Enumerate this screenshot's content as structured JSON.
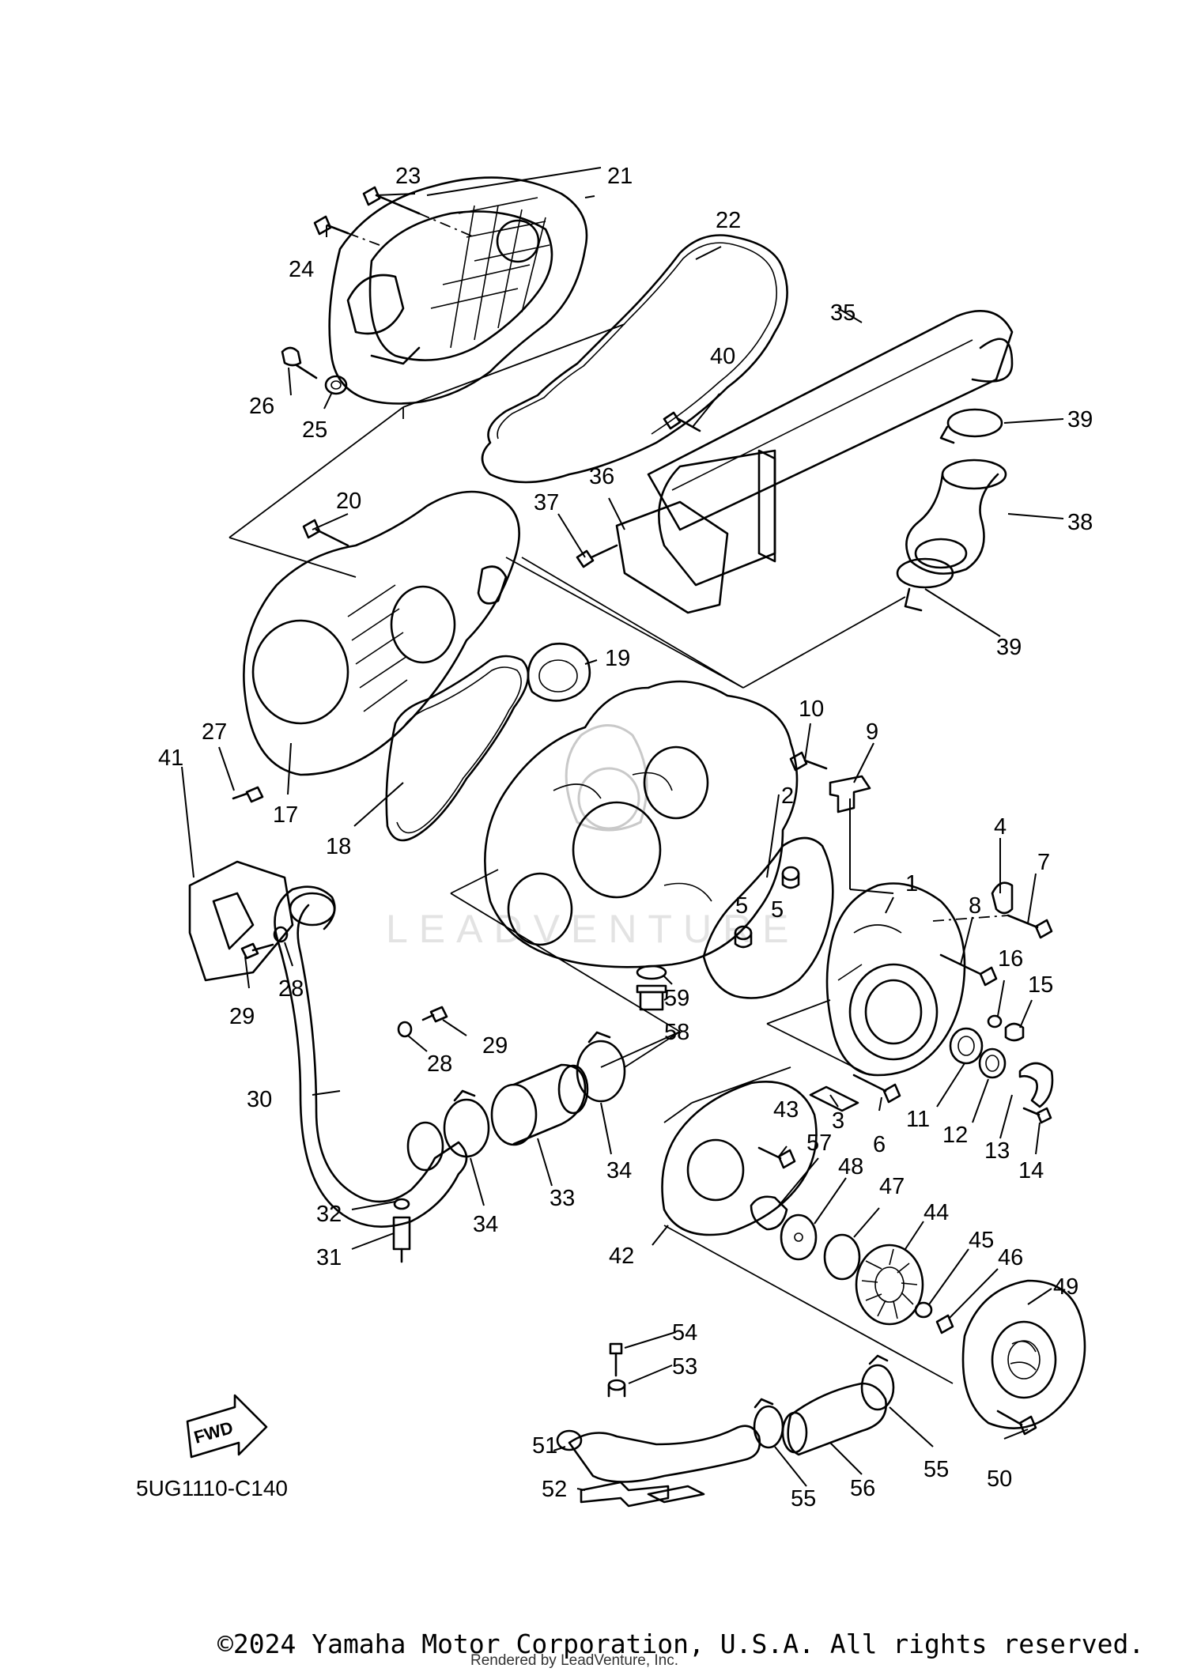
{
  "diagram": {
    "callouts": [
      "1",
      "2",
      "3",
      "4",
      "5",
      "5",
      "6",
      "7",
      "8",
      "9",
      "10",
      "11",
      "12",
      "13",
      "14",
      "15",
      "16",
      "17",
      "18",
      "19",
      "20",
      "21",
      "22",
      "23",
      "24",
      "25",
      "26",
      "27",
      "28",
      "28",
      "29",
      "29",
      "30",
      "31",
      "32",
      "33",
      "34",
      "34",
      "35",
      "36",
      "37",
      "38",
      "39",
      "39",
      "40",
      "41",
      "42",
      "43",
      "44",
      "45",
      "46",
      "47",
      "48",
      "49",
      "50",
      "51",
      "52",
      "53",
      "54",
      "55",
      "55",
      "56",
      "57",
      "58",
      "59"
    ],
    "diagram_code": "5UG1110-C140",
    "fwd_label": "FWD",
    "watermark": "LEADVENTURE"
  },
  "footer": {
    "copyright": "©2024 Yamaha Motor Corporation, U.S.A. All rights reserved.",
    "rendered_by": "Rendered by LeadVenture, Inc."
  }
}
